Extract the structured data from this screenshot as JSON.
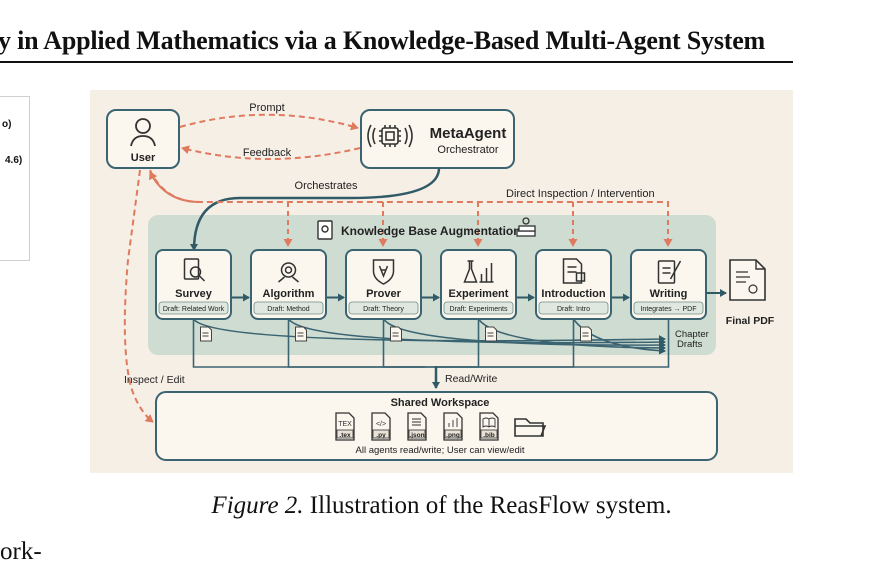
{
  "header": {
    "title": "y in Applied Mathematics via a Knowledge-Based Multi-Agent System"
  },
  "side_fragment": {
    "line1": "o)",
    "line2": "4.6)"
  },
  "figure": {
    "prompt": "Prompt",
    "feedback": "Feedback",
    "user": "User",
    "meta_title": "MetaAgent",
    "meta_sub": "Orchestrator",
    "orchestrates": "Orchestrates",
    "direct": "Direct Inspection / Intervention",
    "kb": "Knowledge Base Augmentation",
    "agents": [
      {
        "name": "Survey",
        "draft": "Draft: Related Work"
      },
      {
        "name": "Algorithm",
        "draft": "Draft: Method"
      },
      {
        "name": "Prover",
        "draft": "Draft: Theory"
      },
      {
        "name": "Experiment",
        "draft": "Draft: Experiments"
      },
      {
        "name": "Introduction",
        "draft": "Draft: Intro"
      },
      {
        "name": "Writing",
        "draft": "Integrates → PDF"
      }
    ],
    "final_pdf": "Final PDF",
    "chapter_drafts_1": "Chapter",
    "chapter_drafts_2": "Drafts",
    "inspect": "Inspect / Edit",
    "readwrite": "Read/Write",
    "workspace_title": "Shared Workspace",
    "files": [
      ".tex",
      ".py",
      ".json",
      ".png",
      ".bib"
    ],
    "tex_glyph": "TEX",
    "py_glyph": "</>",
    "workspace_note": "All agents read/write; User can view/edit"
  },
  "caption": {
    "label": "Figure 2.",
    "text": " Illustration of the ReasFlow system."
  },
  "fragment": {
    "text": "ork-"
  }
}
